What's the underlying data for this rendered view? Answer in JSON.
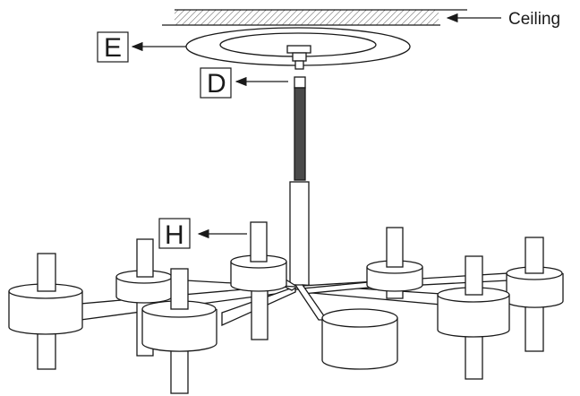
{
  "labels": {
    "ceiling": "Ceiling",
    "e": "E",
    "d": "D",
    "h": "H"
  },
  "colors": {
    "line": "#1a1a1a",
    "rod": "#4a4a4a",
    "background": "#ffffff"
  }
}
